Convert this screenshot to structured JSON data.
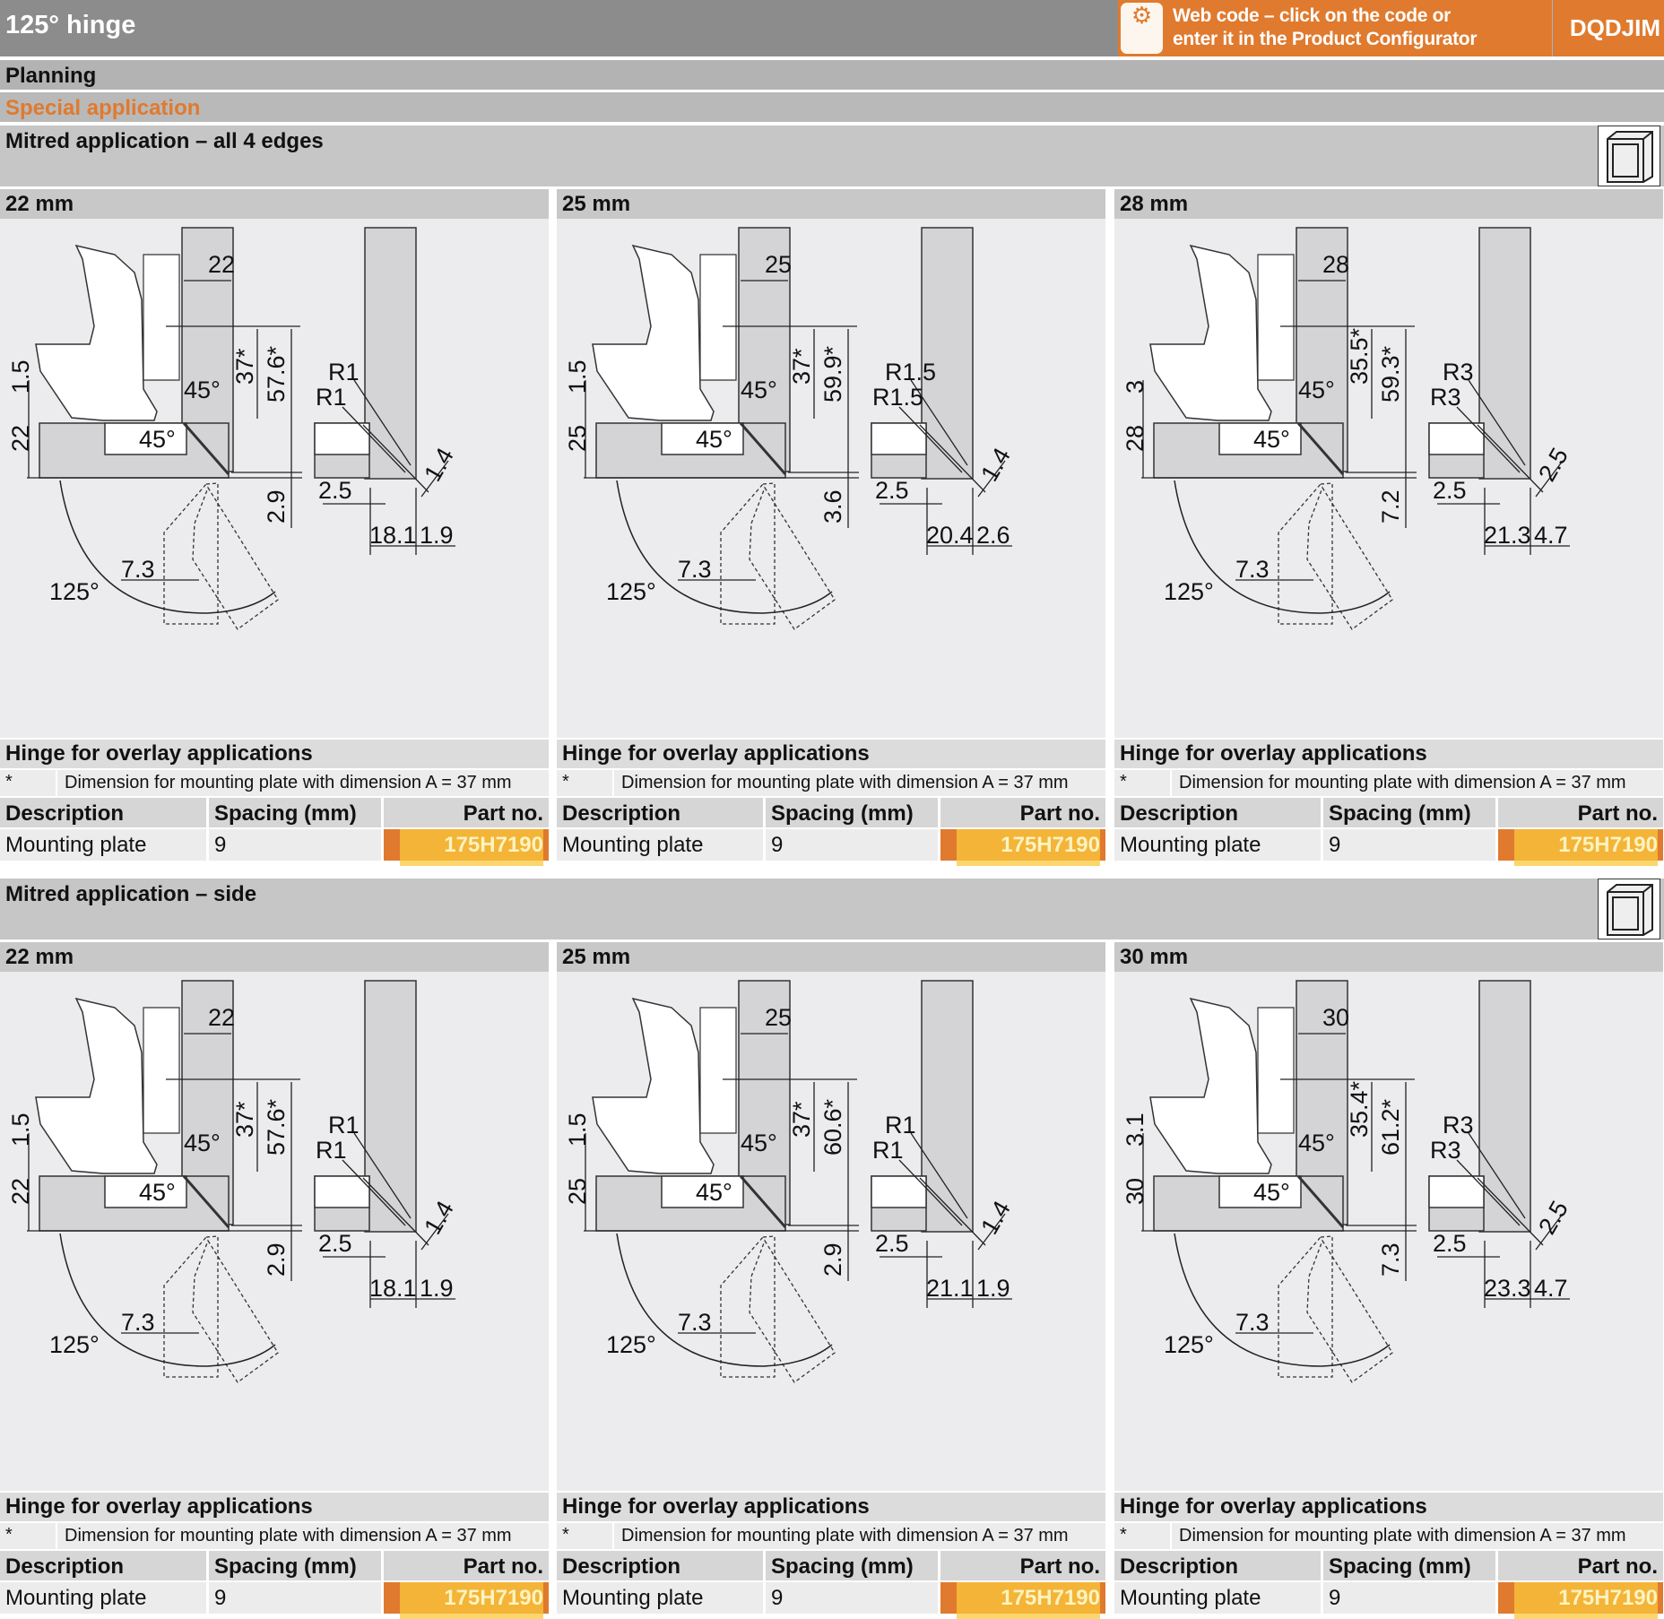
{
  "header": {
    "title": "125° hinge",
    "gear_icon": "gears-icon",
    "web_code_text_line1": "Web code – click on the code or",
    "web_code_text_line2": "enter it in the Product Configurator",
    "web_code": "DQDJIM"
  },
  "planning": "Planning",
  "special": "Special application",
  "colors": {
    "accent": "#e07a2e",
    "header": "#8c8c8c"
  },
  "common": {
    "hinge_label": "Hinge for overlay applications",
    "footnote_star": "*",
    "footnote": "Dimension for mounting plate with dimension A = 37 mm",
    "col_description": "Description",
    "col_spacing": "Spacing (mm)",
    "col_part": "Part no.",
    "row_description": "Mounting plate",
    "row_spacing": "9",
    "row_part": "175H7190"
  },
  "sections": [
    {
      "title": "Mitred application – all 4 edges",
      "panels": [
        {
          "thickness": "22 mm",
          "labels": {
            "w": "22",
            "v1": "1.5",
            "v2": "22",
            "a1": "45°",
            "a2": "45°",
            "d1": "37*",
            "d2": "57.6*",
            "d3": "2.9",
            "r1": "R1",
            "r2": "R1",
            "s1": "2.5",
            "s2": "18.1",
            "s3": "1.9",
            "s4": "1.4",
            "o": "7.3",
            "ang": "125°"
          }
        },
        {
          "thickness": "25 mm",
          "labels": {
            "w": "25",
            "v1": "1.5",
            "v2": "25",
            "a1": "45°",
            "a2": "45°",
            "d1": "37*",
            "d2": "59.9*",
            "d3": "3.6",
            "r1": "R1.5",
            "r2": "R1.5",
            "s1": "2.5",
            "s2": "20.4",
            "s3": "2.6",
            "s4": "1.4",
            "o": "7.3",
            "ang": "125°"
          }
        },
        {
          "thickness": "28 mm",
          "labels": {
            "w": "28",
            "v1": "3",
            "v2": "28",
            "a1": "45°",
            "a2": "45°",
            "d1": "35.5*",
            "d2": "59.3*",
            "d3": "7.2",
            "r1": "R3",
            "r2": "R3",
            "s1": "2.5",
            "s2": "21.3",
            "s3": "4.7",
            "s4": "2.5",
            "o": "7.3",
            "ang": "125°"
          }
        }
      ]
    },
    {
      "title": "Mitred application – side",
      "panels": [
        {
          "thickness": "22 mm",
          "labels": {
            "w": "22",
            "v1": "1.5",
            "v2": "22",
            "a1": "45°",
            "a2": "45°",
            "d1": "37*",
            "d2": "57.6*",
            "d3": "2.9",
            "r1": "R1",
            "r2": "R1",
            "s1": "2.5",
            "s2": "18.1",
            "s3": "1.9",
            "s4": "1.4",
            "o": "7.3",
            "ang": "125°"
          }
        },
        {
          "thickness": "25 mm",
          "labels": {
            "w": "25",
            "v1": "1.5",
            "v2": "25",
            "a1": "45°",
            "a2": "45°",
            "d1": "37*",
            "d2": "60.6*",
            "d3": "2.9",
            "r1": "R1",
            "r2": "R1",
            "s1": "2.5",
            "s2": "21.1",
            "s3": "1.9",
            "s4": "1.4",
            "o": "7.3",
            "ang": "125°"
          }
        },
        {
          "thickness": "30 mm",
          "labels": {
            "w": "30",
            "v1": "3.1",
            "v2": "30",
            "a1": "45°",
            "a2": "45°",
            "d1": "35.4*",
            "d2": "61.2*",
            "d3": "7.3",
            "r1": "R3",
            "r2": "R3",
            "s1": "2.5",
            "s2": "23.3",
            "s3": "4.7",
            "s4": "2.5",
            "o": "7.3",
            "ang": "125°"
          }
        }
      ]
    }
  ]
}
